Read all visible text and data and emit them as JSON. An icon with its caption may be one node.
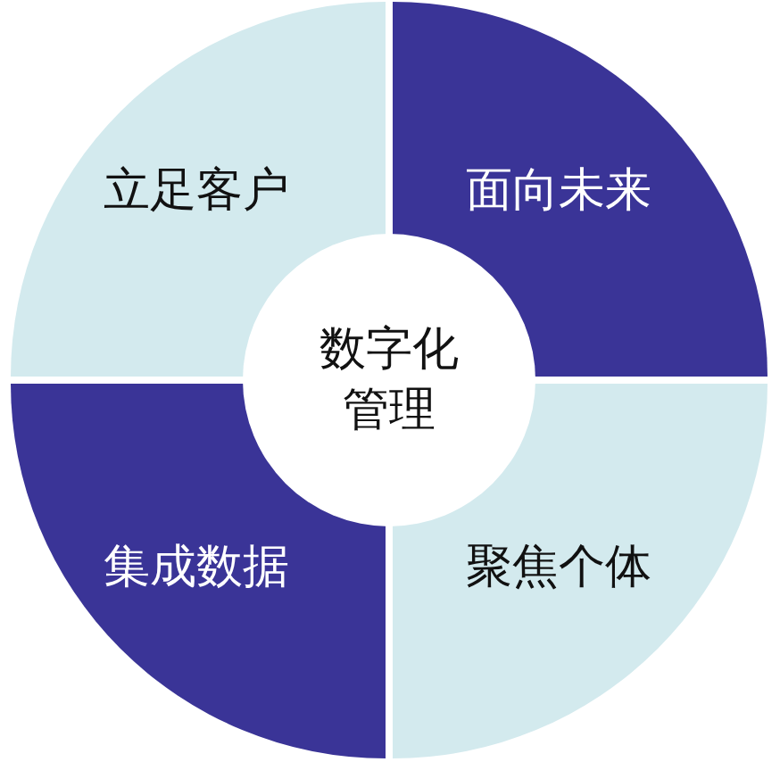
{
  "diagram": {
    "nodes": [
      {
        "text": [
          "立足客户"
        ]
      },
      {
        "text": [
          "面向未来"
        ]
      },
      {
        "text": [
          "集成数据"
        ]
      },
      {
        "text": [
          "聚焦个体"
        ]
      },
      {
        "text": [
          "数字化管理"
        ]
      }
    ]
  }
}
